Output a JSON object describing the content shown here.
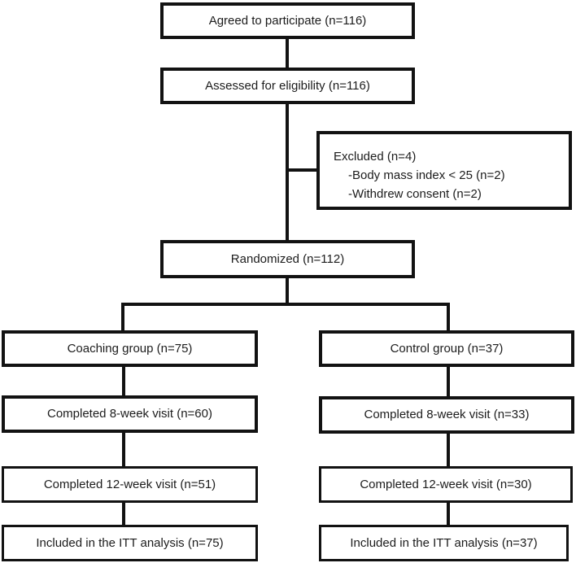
{
  "flowchart": {
    "top": {
      "agreed": "Agreed to participate (n=116)",
      "assessed": "Assessed for eligibility (n=116)",
      "randomized": "Randomized (n=112)"
    },
    "excluded": {
      "line1": "Excluded (n=4)",
      "line2": "-Body mass index < 25 (n=2)",
      "line3": "-Withdrew consent (n=2)"
    },
    "left_column": {
      "group": "Coaching group (n=75)",
      "week8": "Completed 8-week visit (n=60)",
      "week12": "Completed 12-week visit (n=51)",
      "itt": "Included in the ITT analysis (n=75)"
    },
    "right_column": {
      "group": "Control group (n=37)",
      "week8": "Completed 8-week visit (n=33)",
      "week12": "Completed 12-week visit (n=30)",
      "itt": "Included in the ITT analysis (n=37)"
    },
    "colors": {
      "line": "#121212",
      "box_background": "#ffffff",
      "text": "#1c1c1c"
    }
  }
}
